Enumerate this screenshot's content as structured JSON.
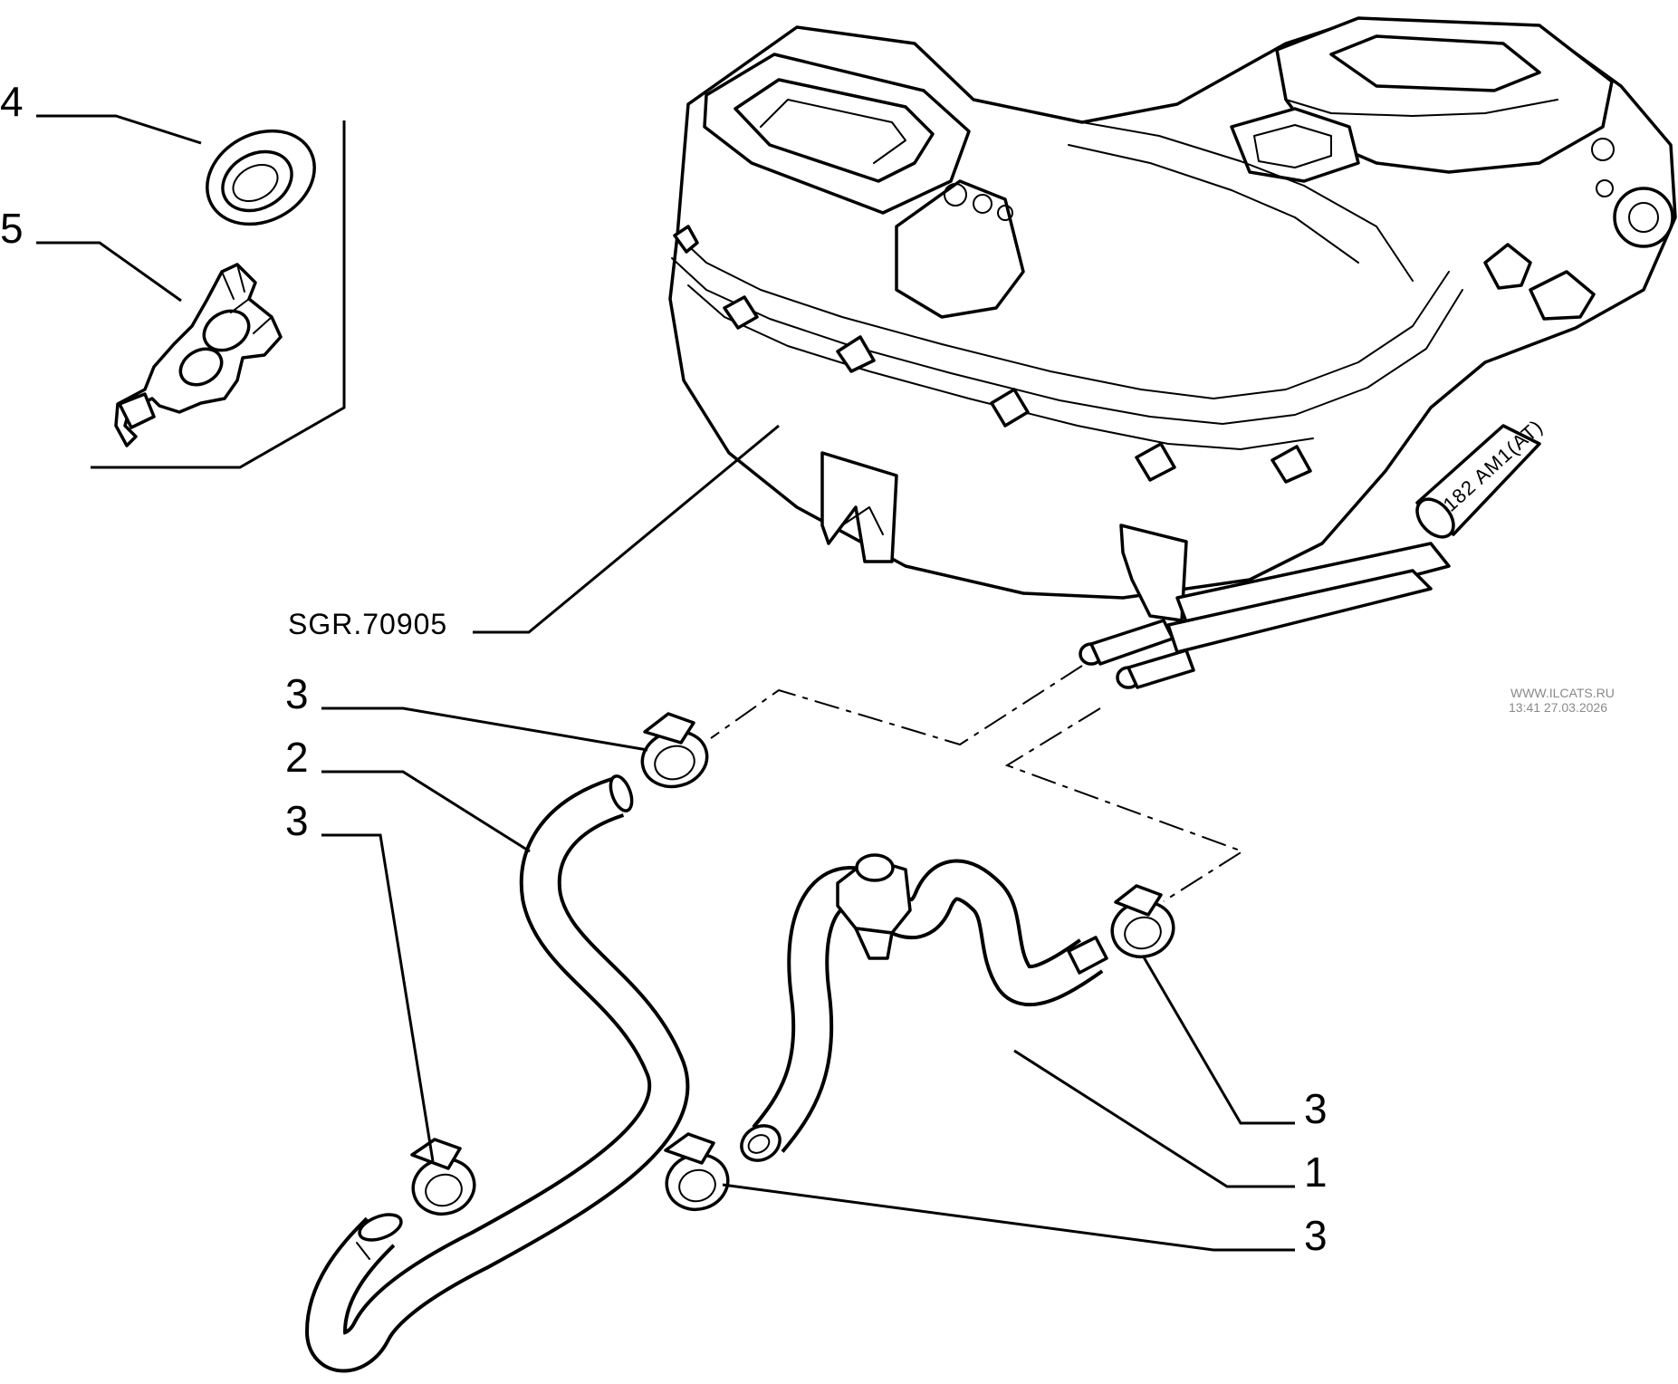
{
  "callouts": {
    "c4": "4",
    "c5": "5",
    "c3a": "3",
    "c2": "2",
    "c3b": "3",
    "c3c": "3",
    "c1": "1",
    "c3d": "3"
  },
  "reference_code": "SGR.70905",
  "heater_stamp": "182 AM1(AT)",
  "watermark": {
    "site": "WWW.ILCATS.RU",
    "timestamp": "13:41 27.03.2026"
  }
}
